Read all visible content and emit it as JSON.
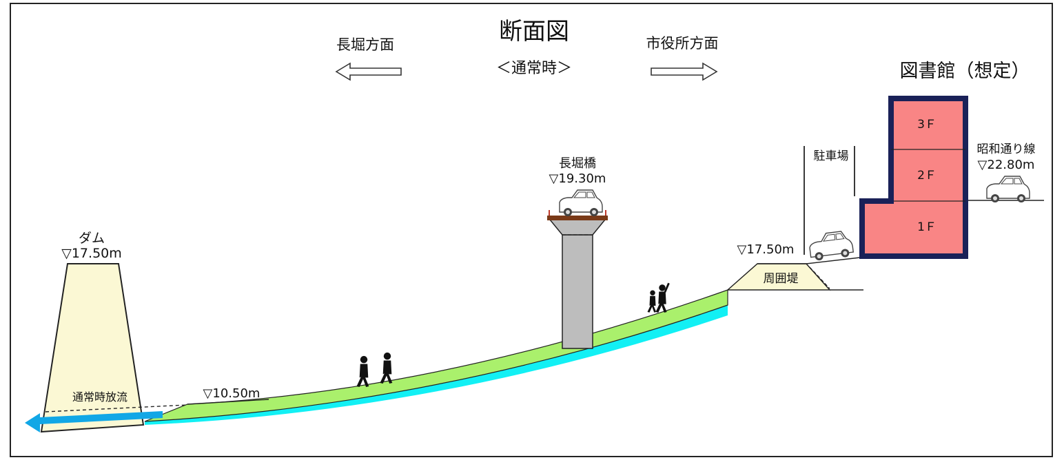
{
  "title": "断面図",
  "subtitle": "＜通常時＞",
  "directions": {
    "left": "長堀方面",
    "right": "市役所方面"
  },
  "dam": {
    "label": "ダム",
    "level": "▽17.50m",
    "discharge": "通常時放流"
  },
  "riverbed_level": "▽10.50m",
  "bridge": {
    "label": "長堀橋",
    "level": "▽19.30m"
  },
  "levee": {
    "level": "▽17.50m",
    "label": "周囲堤"
  },
  "parking": "駐車場",
  "library": {
    "title": "図書館（想定）",
    "floors": [
      "3Ｆ",
      "2Ｆ",
      "1Ｆ"
    ],
    "fill_color": "#f98585",
    "border_color": "#1a2158"
  },
  "road": {
    "label": "昭和通り線",
    "level": "▽22.80m"
  },
  "colors": {
    "dam_fill": "#fbf8d4",
    "slope_green": "#aaf06c",
    "water_cyan": "#12f0f4",
    "outflow_arrow": "#11a7e6",
    "pillar": "#bdbdbd",
    "bridge_deck": "#7a3a18"
  },
  "icons": [
    "car-icon",
    "pedestrian-icon",
    "arrow-left-icon",
    "arrow-right-icon",
    "outflow-arrow-icon"
  ]
}
